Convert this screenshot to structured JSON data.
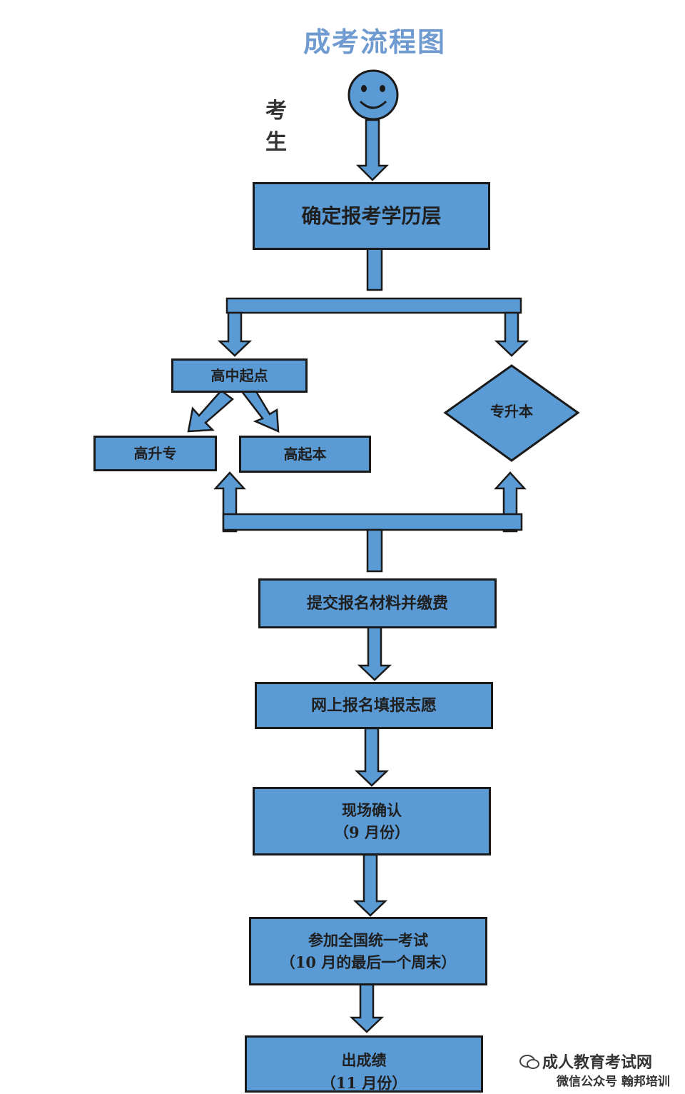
{
  "diagram": {
    "title": "成考流程图",
    "student_label": "考 生",
    "nodes": {
      "determine_level": "确定报考学历层",
      "high_school_start": "高中起点",
      "gaoshengzhuan": "高升专",
      "gaoqiben": "高起本",
      "zhuanshengben": "专升本",
      "submit_materials": "提交报名材料并缴费",
      "online_registration": "网上报名填报志愿",
      "onsite_confirm": "现场确认",
      "onsite_confirm_time": "（9 月份）",
      "national_exam": "参加全国统一考试",
      "national_exam_time": "（10 月的最后一个周末）",
      "results": "出成绩",
      "results_time": "（11 月份）"
    }
  },
  "watermark": {
    "line1": "成人教育考试网",
    "line2": "微信公众号 翰邦培训"
  },
  "colors": {
    "box_fill": "#5b9bd5",
    "title": "#6f9bd0",
    "outline": "#1a1a1a"
  }
}
